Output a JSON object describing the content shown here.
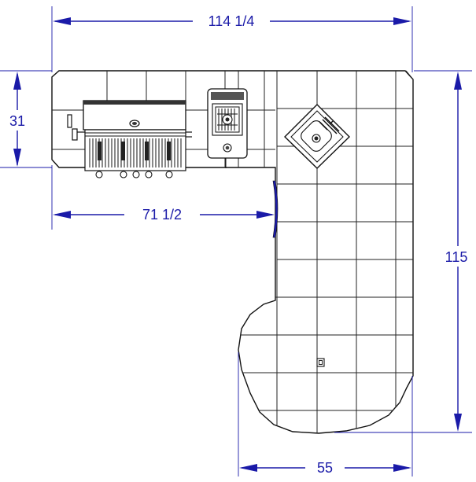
{
  "plan": {
    "dimensions": {
      "top_width": "114 1/4",
      "left_depth": "31",
      "inner_run": "71 1/2",
      "right_depth": "115",
      "bottom_width": "55"
    }
  },
  "colors": {
    "dimension": "#1a1aa8",
    "lines": "#222222",
    "background": "#ffffff"
  },
  "icons": [
    "grill-icon",
    "side-burner-icon",
    "sink-icon",
    "outlet-icon",
    "door-handle-icon"
  ]
}
